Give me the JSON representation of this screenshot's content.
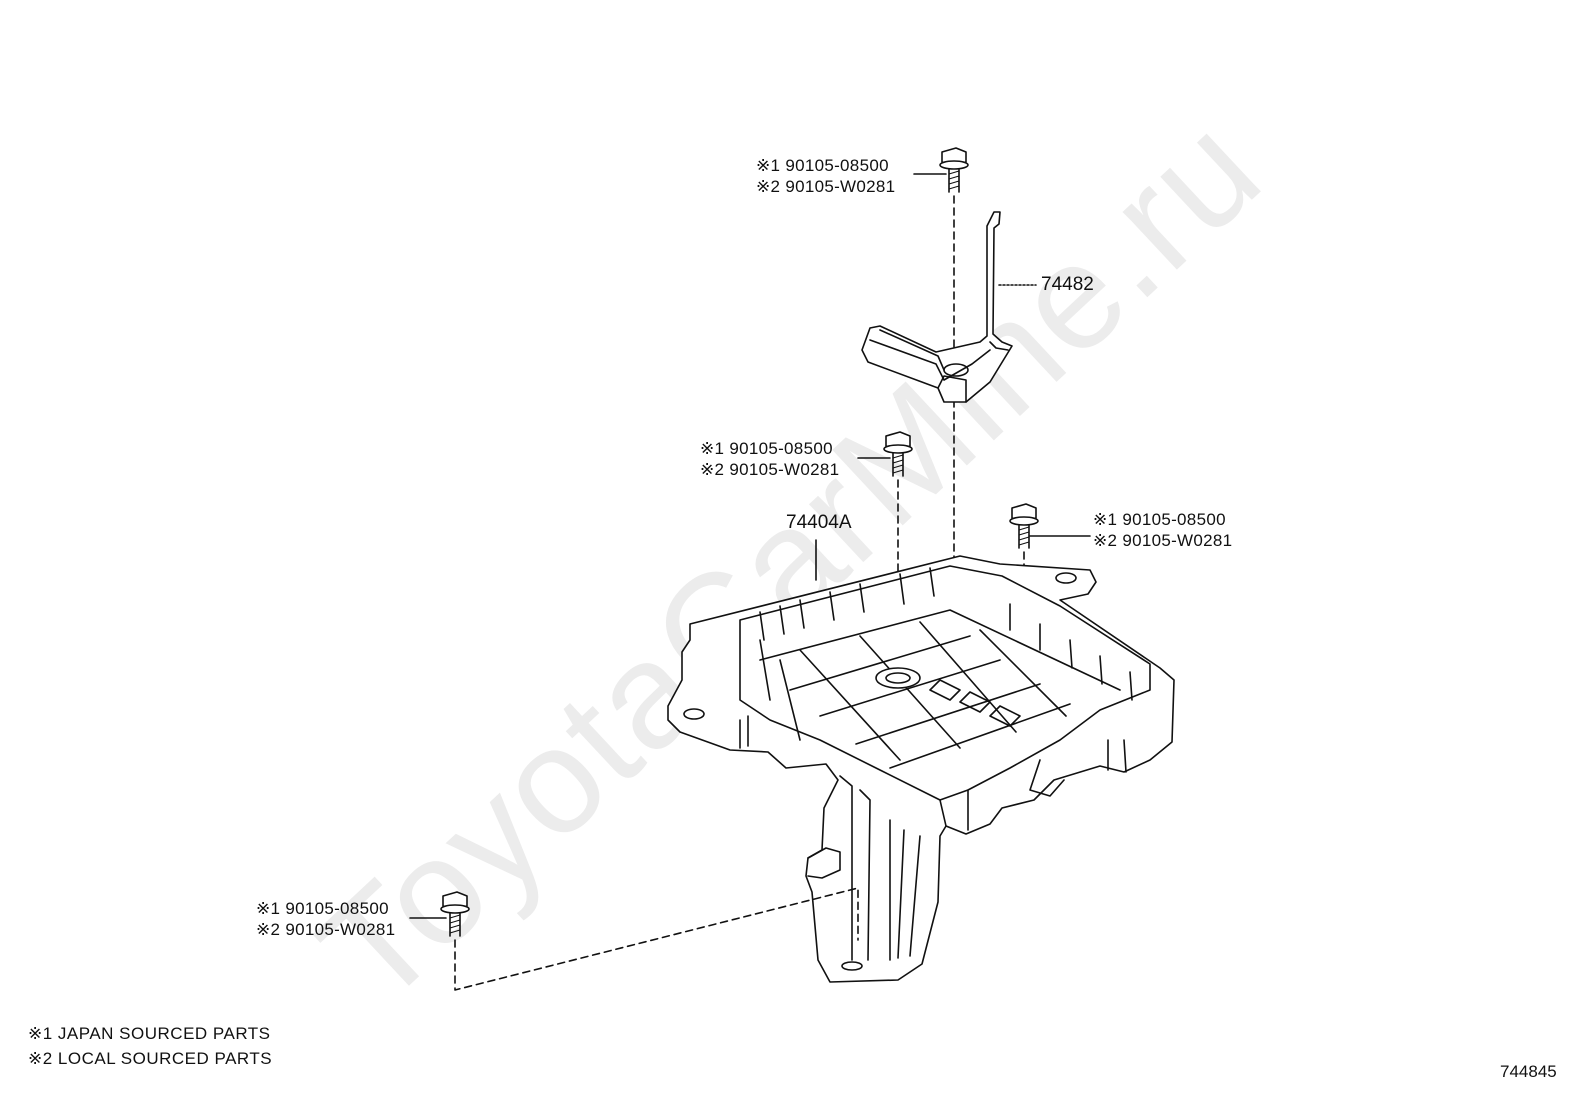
{
  "watermark": "ToyotaCarMine.ru",
  "figure_number": "744845",
  "parts": {
    "support_bracket": "74482",
    "battery_tray": "74404A"
  },
  "bolt_callouts": [
    {
      "line1": "※1  90105-08500",
      "line2": "※2  90105-W0281"
    },
    {
      "line1": "※1  90105-08500",
      "line2": "※2  90105-W0281"
    },
    {
      "line1": "※1  90105-08500",
      "line2": "※2  90105-W0281"
    },
    {
      "line1": "※1  90105-08500",
      "line2": "※2  90105-W0281"
    }
  ],
  "legend": {
    "note1": "※1 JAPAN SOURCED PARTS",
    "note2": "※2 LOCAL SOURCED PARTS"
  }
}
